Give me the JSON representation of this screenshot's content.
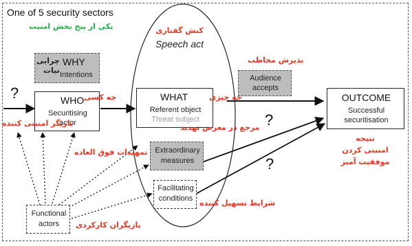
{
  "header": {
    "title_en": "One of 5 security sectors",
    "title_fa": "یکی از پنج بخش امنیت"
  },
  "speech_act": {
    "fa": "کنش گفتاری",
    "en": "Speech act"
  },
  "why": {
    "title": "WHY",
    "fa": "چرایی\nنیات",
    "subtitle": "Intentions"
  },
  "who": {
    "title": "WHO",
    "fa": "چه کسی",
    "line1": "Securitising",
    "line2": "actor",
    "fa_under": "بازیگر امنیتی کننده"
  },
  "what": {
    "title": "WHAT",
    "fa": "چه چیزی",
    "line1": "Referent object",
    "line2": "Threat subject",
    "fa_under": "مرجع در معرض تهدید"
  },
  "audience": {
    "line1": "Audience",
    "line2": "accepts",
    "fa": "پذیرش مخاطب"
  },
  "outcome": {
    "title": "OUTCOME",
    "line1": "Successful",
    "line2": "securitisation",
    "fa1": "نتیجه",
    "fa2": "امنیتی کردن",
    "fa3": "موفقیت آمیز"
  },
  "extraordinary": {
    "line1": "Extraordinary",
    "line2": "measures",
    "fa": "تمهیدات فوق العاده"
  },
  "facilitating": {
    "line1": "Facilitating",
    "line2": "conditions",
    "fa": "شرایط تسهیل کننده"
  },
  "functional": {
    "line1": "Functional",
    "line2": "actors",
    "fa": "بازیگران کارکردی"
  },
  "marks": {
    "q_left": "?",
    "q_mid": "?",
    "q_low": "?"
  },
  "colors": {
    "red": "#e8371f",
    "green": "#1db24a",
    "gray_box": "#bdbdbd"
  }
}
